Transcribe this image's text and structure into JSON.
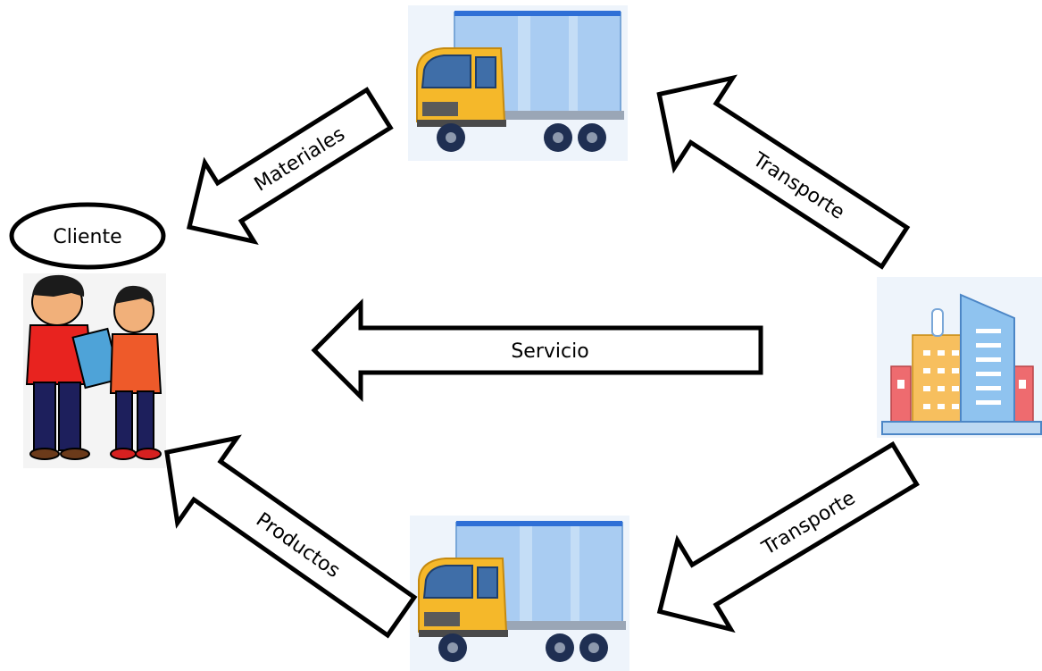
{
  "client_label": "Cliente",
  "arrows": {
    "materiales": "Materiales",
    "transporte_top": "Transporte",
    "servicio": "Servicio",
    "productos": "Productos",
    "transporte_bottom": "Transporte"
  },
  "colors": {
    "truck_cab": "#f5b82a",
    "truck_box": "#a9ccf2",
    "truck_box_trim": "#2f6fd6",
    "building_blue": "#8fc3ef",
    "building_orange": "#f7bf5e",
    "building_red": "#ee6b6f",
    "shirt_red": "#e8231f",
    "pants_navy": "#1d1f5c"
  }
}
